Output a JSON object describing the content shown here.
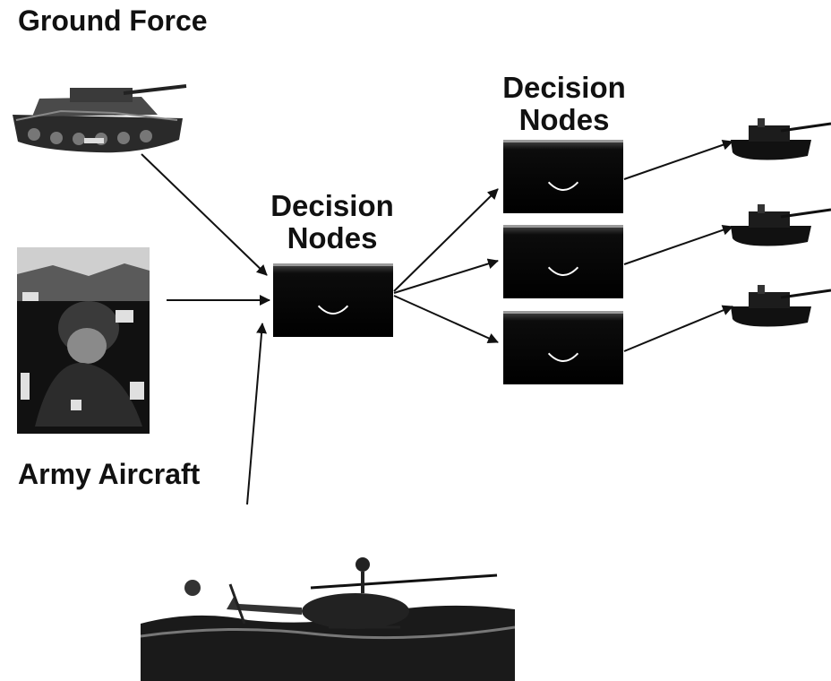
{
  "labels": {
    "ground_force": "Ground Force",
    "army_aircraft": "Army Aircraft",
    "center_node_title_1": "Decision",
    "center_node_title_2": "Nodes",
    "right_nodes_title_1": "Decision",
    "right_nodes_title_2": "Nodes"
  },
  "icons": {
    "tank": "tank-icon",
    "soldier": "soldier-photo",
    "helicopter": "helicopter-photo",
    "decision_node": "smile-arc-icon",
    "small_tank": "small-tank-icon"
  },
  "colors": {
    "text": "#111111",
    "node_fill": "#000000",
    "node_arc": "#ffffff",
    "arrow": "#111111"
  }
}
